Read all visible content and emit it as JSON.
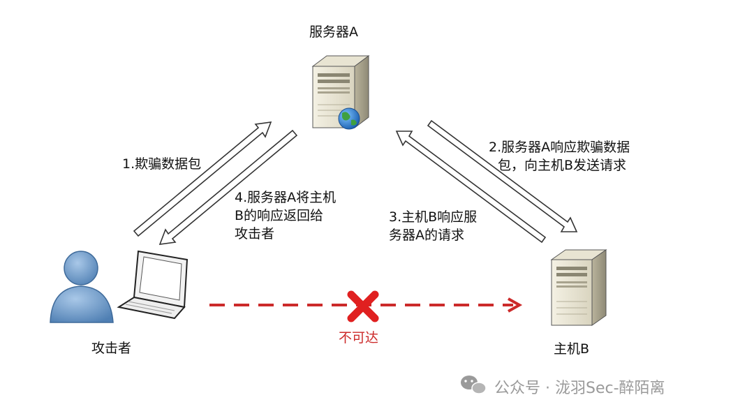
{
  "nodes": {
    "server_a": "服务器A",
    "host_b": "主机B",
    "attacker": "攻击者"
  },
  "steps": {
    "step1": "1.欺骗数据包",
    "step2_line1": "2.服务器A响应欺骗数据",
    "step2_line2": "包，向主机B发送请求",
    "step3_line1": "3.主机B响应服",
    "step3_line2": "务器A的请求",
    "step4_line1": "4.服务器A将主机",
    "step4_line2": "B的响应返回给",
    "step4_line3": "攻击者"
  },
  "unreachable": "不可达",
  "watermark": "公众号 · 泷羽Sec-醉陌离",
  "colors": {
    "dashed_arrow": "#cc2a2a",
    "cross": "#e02020",
    "person": "#6c99c9",
    "arrow_outline": "#333333"
  },
  "icons": [
    "server-icon",
    "globe-icon",
    "person-icon",
    "laptop-icon",
    "cross-icon",
    "wechat-icon"
  ]
}
